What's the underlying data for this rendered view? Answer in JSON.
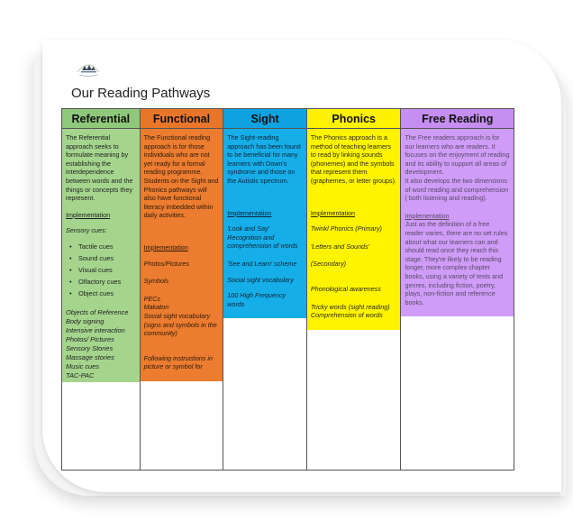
{
  "page": {
    "title": "Our Reading Pathways"
  },
  "columns": {
    "referential": {
      "heading": "Referential",
      "intro": "The Referential approach seeks to formulate meaning by establishing the interdependence between words and the things or concepts they represent.",
      "impl_heading": "Implementation",
      "sensory_label": "Sensory cues:",
      "cues": [
        "Tactile cues",
        "Sound cues",
        "Visual cues",
        "Olfactory cues",
        "Object cues"
      ],
      "items": [
        "Objects of Reference",
        "Body signing",
        "Intensive interaction",
        "Photos/ Pictures",
        "Sensory Stories",
        "Massage stories",
        "Music cues",
        "TAC-PAC"
      ]
    },
    "functional": {
      "heading": "Functional",
      "intro": "The Functional reading approach is for those individuals who are not yet ready for a formal reading programme. Students on the Sight and Phonics pathways will also have functional literacy imbedded within daily activities.",
      "impl_heading": "Implementation",
      "items": [
        "Photos/Pictures",
        "Symbols",
        "PECs",
        "Makaton",
        "Social sight vocabulary (signs and symbols in the community)",
        "Following instructions in picture or symbol for"
      ]
    },
    "sight": {
      "heading": "Sight",
      "intro": "The Sight-reading approach has been found to be beneficial for many learners with Down's syndrome and those on the Autistic spectrum.",
      "impl_heading": "Implementation",
      "items": [
        "'Look and Say' Recognition and comprehension of words",
        "'See and Learn' scheme",
        "Social sight vocabulary",
        "100 High Frequency words"
      ]
    },
    "phonics": {
      "heading": "Phonics",
      "intro": "The Phonics approach is a method of teaching learners to read by linking sounds (phonemes) and the symbols that represent them (graphemes, or letter groups).",
      "impl_heading": "Implementation",
      "items": [
        "Twinkl Phonics (Primary)",
        "'Letters and Sounds'",
        "(Secondary)",
        "Phonological awareness",
        "Tricky words (sight reading)",
        "Comprehension of words"
      ]
    },
    "free": {
      "heading": "Free Reading",
      "intro": "The Free readers approach is for our learners who are readers. It focuses on the enjoyment of reading and its ability to support all areas of development.",
      "intro2": "It also develops the two dimensions of word reading and comprehension ( both listening and reading).",
      "impl_heading": "Implementation",
      "body": "Just as the definition of a free reader varies, there are no set rules about what our learners can and should read once they reach this stage. They're likely to be reading longer, more complex chapter books, using a variety of texts and genres, including fiction, poetry, plays, non-fiction and reference books."
    }
  },
  "colors": {
    "referential": "#a5d58d",
    "functional": "#ec7c2f",
    "sight": "#16aee8",
    "phonics": "#fff400",
    "free": "#cf9cf7"
  },
  "logo": {
    "icon": "school-logo-icon"
  }
}
